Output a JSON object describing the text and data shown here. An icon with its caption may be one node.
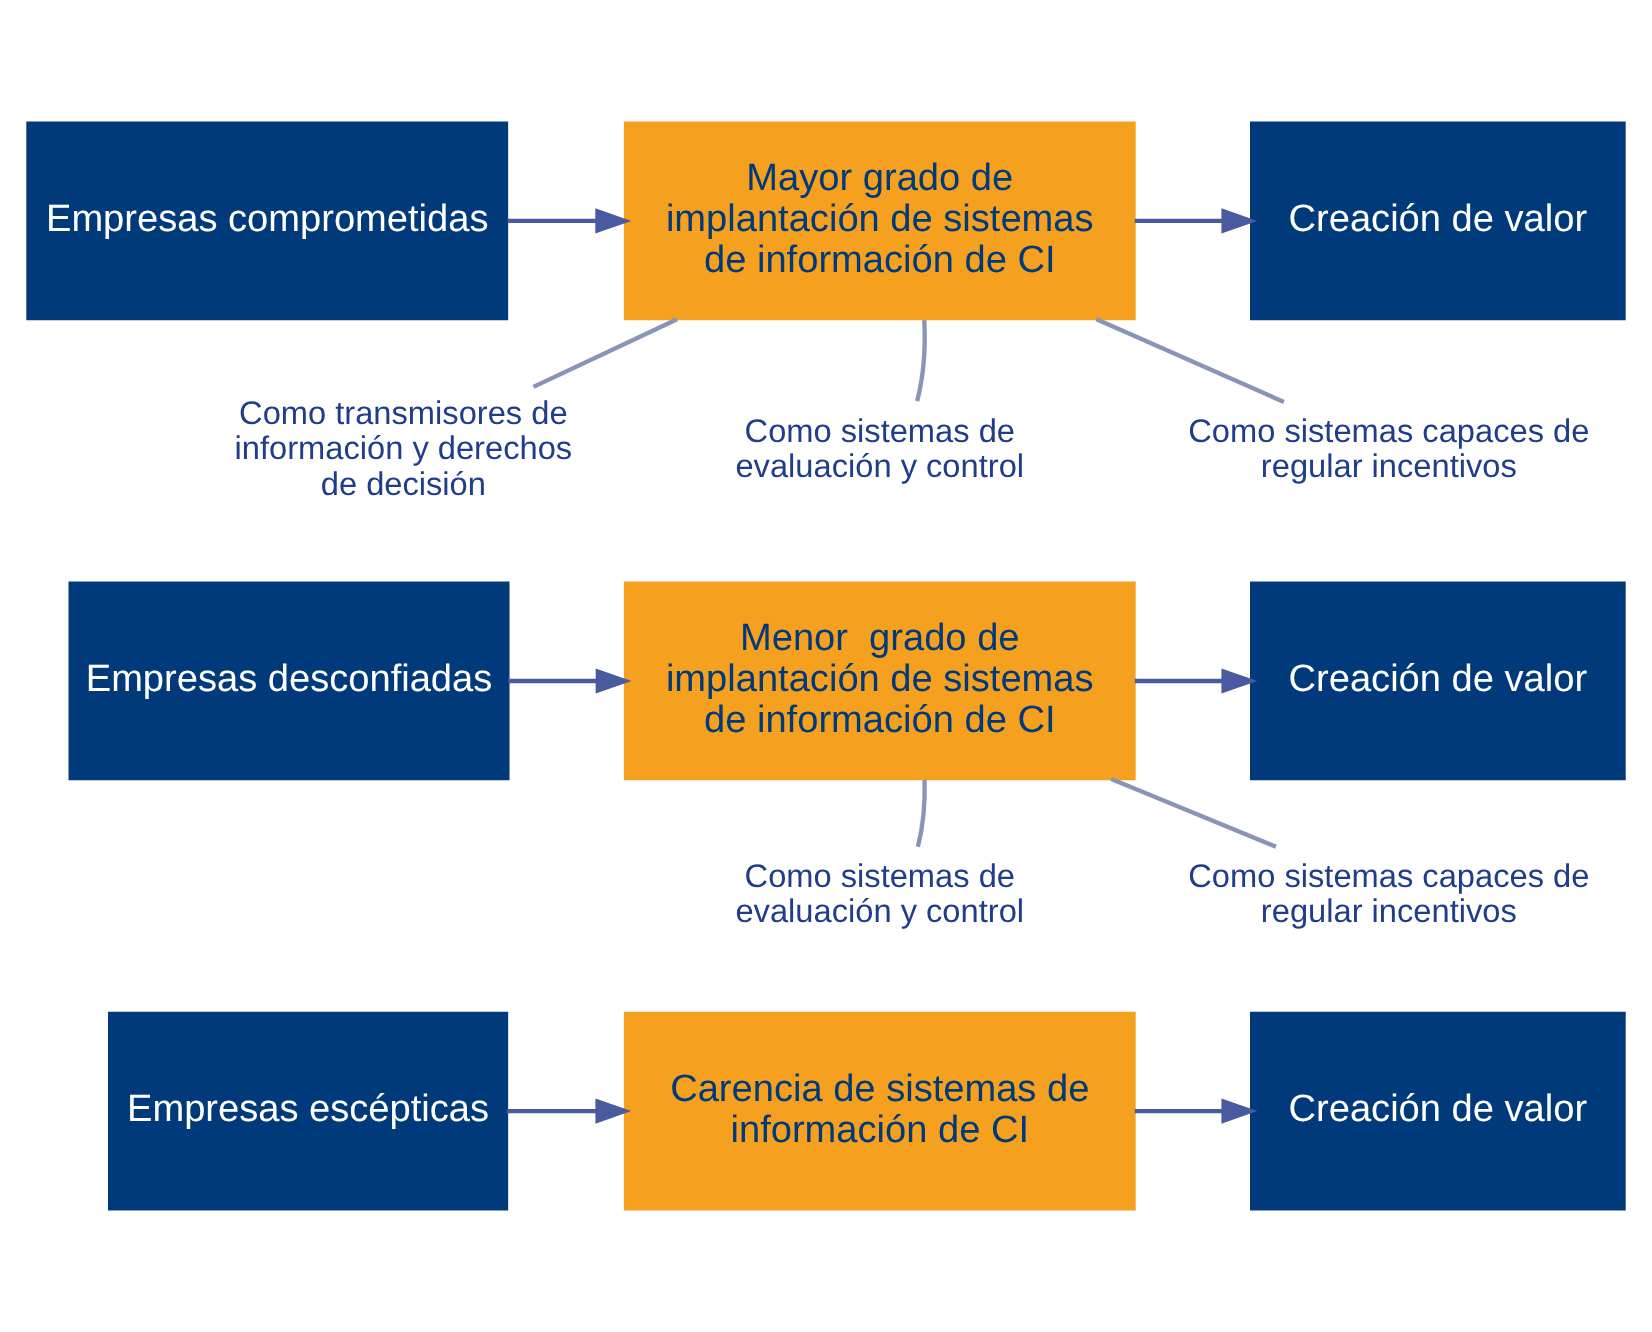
{
  "diagram": {
    "nodes": [
      {
        "text": [
          "Empresas comprometidas"
        ]
      },
      {
        "text": [
          "Mayor grado de implantación de sistemas de información de CI"
        ]
      },
      {
        "text": [
          "Creación de valor"
        ]
      },
      {
        "text": [
          "Como transmisores de información y derechos de decisión"
        ]
      },
      {
        "text": [
          "Como sistemas de evaluación y control"
        ]
      },
      {
        "text": [
          "Como sistemas capaces de regular incentivos"
        ]
      },
      {
        "text": [
          "Empresas desconfiadas"
        ]
      },
      {
        "text": [
          "Menor  grado de implantación de sistemas de información de CI"
        ]
      },
      {
        "text": [
          "Creación de valor"
        ]
      },
      {
        "text": [
          "Como sistemas de evaluación y control"
        ]
      },
      {
        "text": [
          "Como sistemas capaces de regular incentivos"
        ]
      },
      {
        "text": [
          "Empresas escépticas"
        ]
      },
      {
        "text": [
          "Carencia de sistemas de información de CI"
        ]
      },
      {
        "text": [
          "Creación de valor"
        ]
      }
    ],
    "edges": [
      {
        "from": 0,
        "to": 1,
        "arrow": "to"
      },
      {
        "from": 1,
        "to": 2,
        "arrow": "to"
      },
      {
        "from": 1,
        "to": 3,
        "arrow": "none",
        "color": "#8a93b8"
      },
      {
        "from": 1,
        "to": 4,
        "arrow": "none",
        "color": "#8a93b8"
      },
      {
        "from": 1,
        "to": 5,
        "arrow": "none",
        "color": "#8a93b8"
      },
      {
        "from": 6,
        "to": 7,
        "arrow": "to"
      },
      {
        "from": 7,
        "to": 8,
        "arrow": "to"
      },
      {
        "from": 7,
        "to": 9,
        "arrow": "none",
        "color": "#8a93b8"
      },
      {
        "from": 7,
        "to": 10,
        "arrow": "none",
        "color": "#8a93b8"
      },
      {
        "from": 11,
        "to": 12,
        "arrow": "to"
      },
      {
        "from": 12,
        "to": 13,
        "arrow": "to"
      }
    ]
  }
}
